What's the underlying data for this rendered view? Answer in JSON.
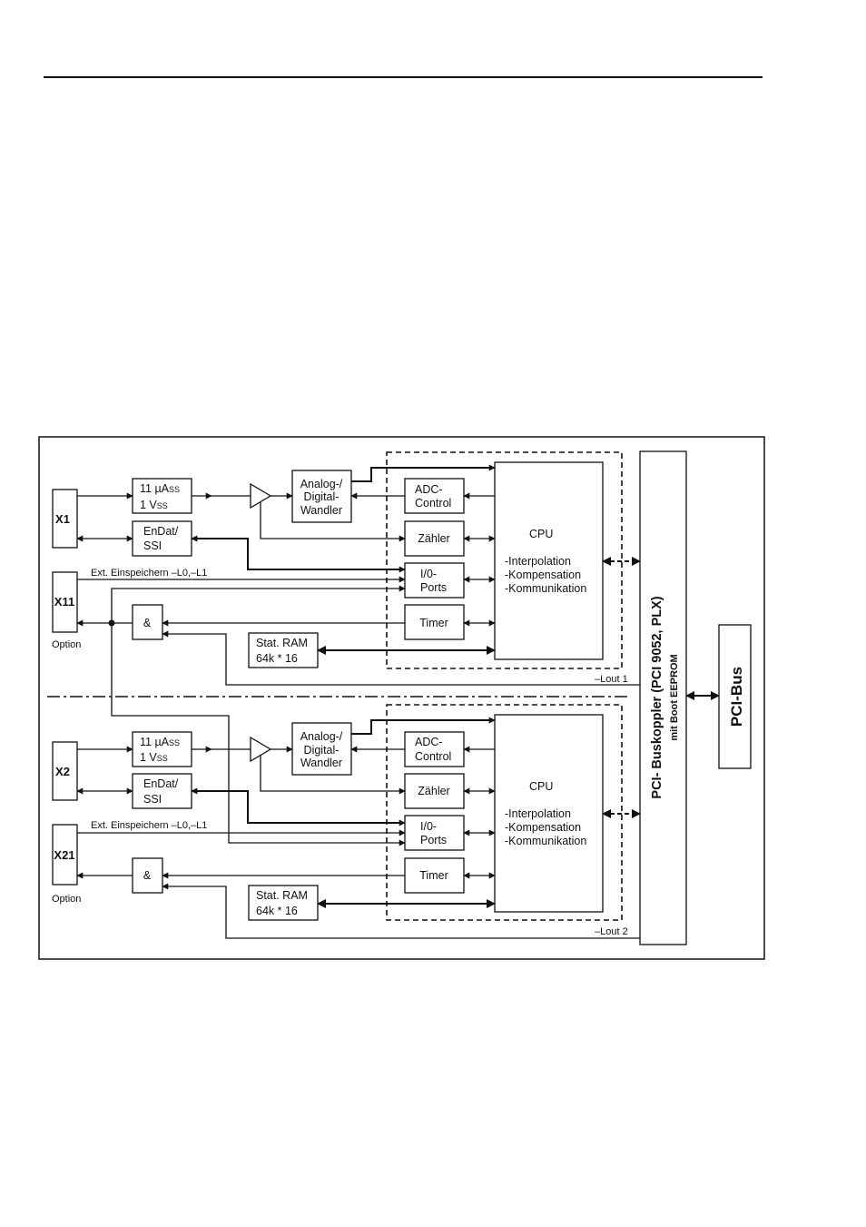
{
  "sections": [
    {
      "connector": "X1",
      "aux_connector": "X11",
      "aux_note": "Option",
      "signal_box": [
        "11 µA",
        "SS",
        "1 V",
        "SS"
      ],
      "endat_box": [
        "EnDat/",
        "SSI"
      ],
      "adc_box": [
        "Analog-/",
        "Digital-",
        "Wandler"
      ],
      "adc_control": [
        "ADC-",
        "Control"
      ],
      "counter": "Zähler",
      "io_ports": [
        "I/0-",
        "Ports"
      ],
      "timer": "Timer",
      "and_gate": "&",
      "ram": [
        "Stat. RAM",
        "64k * 16"
      ],
      "cpu_title": "CPU",
      "cpu_functions": [
        "-Interpolation",
        "-Kompensation",
        "-Kommunikation"
      ],
      "ext_label": "Ext. Einspeichern –L0,–L1",
      "lout_label": "–Lout 1"
    },
    {
      "connector": "X2",
      "aux_connector": "X21",
      "aux_note": "Option",
      "signal_box": [
        "11 µA",
        "SS",
        "1 V",
        "SS"
      ],
      "endat_box": [
        "EnDat/",
        "SSI"
      ],
      "adc_box": [
        "Analog-/",
        "Digital-",
        "Wandler"
      ],
      "adc_control": [
        "ADC-",
        "Control"
      ],
      "counter": "Zähler",
      "io_ports": [
        "I/0-",
        "Ports"
      ],
      "timer": "Timer",
      "and_gate": "&",
      "ram": [
        "Stat. RAM",
        "64k * 16"
      ],
      "cpu_title": "CPU",
      "cpu_functions": [
        "-Interpolation",
        "-Kompensation",
        "-Kommunikation"
      ],
      "ext_label": "Ext. Einspeichern –L0,–L1",
      "lout_label": "–Lout 2"
    }
  ],
  "bus_coupler": {
    "title": "PCI- Buskoppler (PCI 9052, PLX)",
    "subtitle": "mit Boot EEPROM"
  },
  "pci_bus": "PCI-Bus"
}
